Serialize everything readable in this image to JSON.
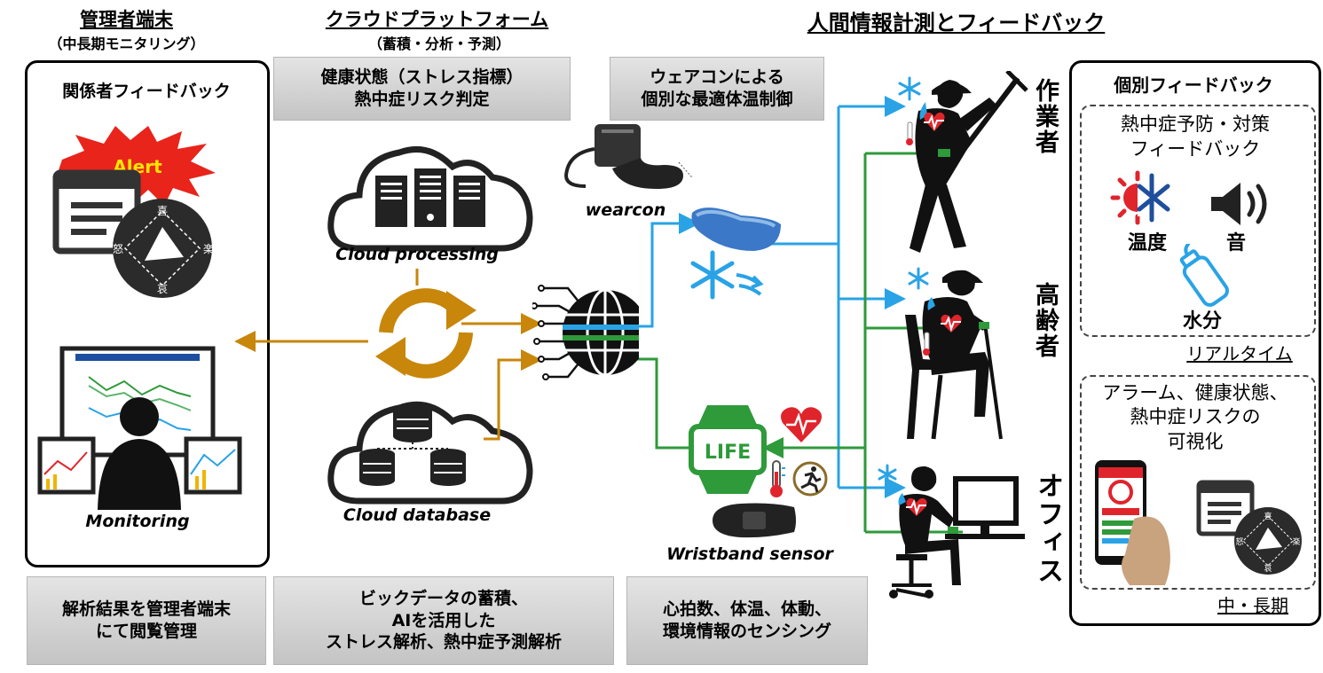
{
  "sections": {
    "admin": {
      "title": "管理者端末",
      "subtitle": "（中長期モニタリング）"
    },
    "cloud": {
      "title": "クラウドプラットフォーム",
      "subtitle": "（蓄積・分析・予測）"
    },
    "human": {
      "title": "人間情報計測とフィードバック"
    }
  },
  "left_panel": {
    "title": "関係者フィードバック",
    "alert_label": "Alert",
    "emotions": [
      "喜",
      "怒",
      "楽",
      "哀"
    ],
    "monitoring_label": "Monitoring"
  },
  "boxes": {
    "health_status": "健康状態（ストレス指標）\n熱中症リスク判定",
    "wearcon_control": "ウェアコンによる\n個別な最適体温制御",
    "admin_view": "解析結果を管理者端末\nにて閲覧管理",
    "bigdata": "ビックデータの蓄積、\nAIを活用した\nストレス解析、熱中症予測解析",
    "sensing": "心拍数、体温、体動、\n環境情報のセンシング"
  },
  "labels": {
    "cloud_processing": "Cloud processing",
    "cloud_database": "Cloud database",
    "wearcon": "wearcon",
    "wristband": "Wristband sensor",
    "life": "LIFE"
  },
  "persons": {
    "worker": "作業者",
    "elderly": "高齢者",
    "office": "オフィス"
  },
  "right_panel": {
    "title": "個別フィードバック",
    "realtime": {
      "heading": "熱中症予防・対策\nフィードバック",
      "temp": "温度",
      "sound": "音",
      "water": "水分",
      "tag": "リアルタイム"
    },
    "midlong": {
      "heading": "アラーム、健康状態、\n熱中症リスクの\n可視化",
      "tag": "中・長期"
    }
  },
  "colors": {
    "orange": "#c8860a",
    "blue": "#29a3e6",
    "green": "#2e9a3a",
    "heart": "#e0242c"
  },
  "icons": [
    "alert-burst-icon",
    "window-icon",
    "emotion-diamond-icon",
    "server-icon",
    "database-icon",
    "sync-arrows-icon",
    "globe-circuit-icon",
    "snowflake-icon",
    "heart-icon",
    "thermometer-icon",
    "running-icon",
    "speaker-icon",
    "bottle-icon",
    "smartphone-icon"
  ]
}
